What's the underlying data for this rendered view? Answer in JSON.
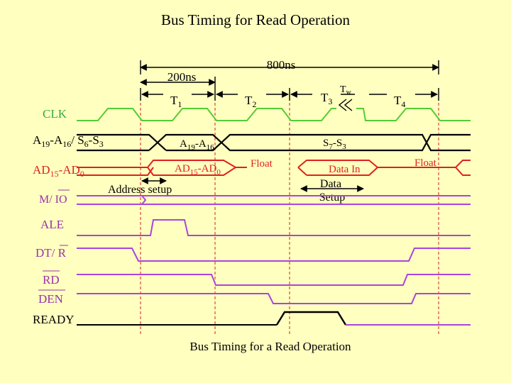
{
  "title": "Bus Timing for Read Operation",
  "caption": "Bus Timing for a Read Operation",
  "durations": {
    "total": "800ns",
    "state": "200ns"
  },
  "states": [
    {
      "label": "T",
      "sub": "1"
    },
    {
      "label": "T",
      "sub": "2"
    },
    {
      "label": "T",
      "sub": "3"
    },
    {
      "label": "T",
      "sub": "w"
    },
    {
      "label": "T",
      "sub": "4"
    }
  ],
  "signals": {
    "clk": "CLK",
    "a19_a16": {
      "a": "A",
      "a_sub": "19",
      "dash": "-A",
      "b_sub": "16",
      "sep": "/ S",
      "c_sub": "6",
      "dash2": "-S",
      "d_sub": "3"
    },
    "ad15_ad0": {
      "a": "AD",
      "a_sub": "15",
      "dash": "-AD",
      "b_sub": "0"
    },
    "mio": "M/ IO",
    "ale": "ALE",
    "dtr": "DT/ R",
    "rd": "RD",
    "den": "DEN",
    "ready": "READY"
  },
  "annotations": {
    "a19_a16_bus": {
      "a": "A",
      "a_sub": "19",
      "dash": "-A",
      "b_sub": "16"
    },
    "s7_s3_bus": {
      "a": "S",
      "a_sub": "7",
      "dash": "-S",
      "b_sub": "3"
    },
    "ad_bus": {
      "a": "AD",
      "a_sub": "15",
      "dash": "-AD",
      "b_sub": "0"
    },
    "float1": "Float",
    "data_in": "Data  In",
    "float2": "Float",
    "address_setup": "Address  setup",
    "data_setup_line1": "Data",
    "data_setup_line2": "Setup"
  },
  "colors": {
    "background": "#ffffc0",
    "clk": "#55cc33",
    "clk_label": "#33aa44",
    "bus": "#000000",
    "ad": "#dd2222",
    "control": "#aa44dd",
    "control_label": "#9933aa",
    "guide": "#cc2222"
  }
}
